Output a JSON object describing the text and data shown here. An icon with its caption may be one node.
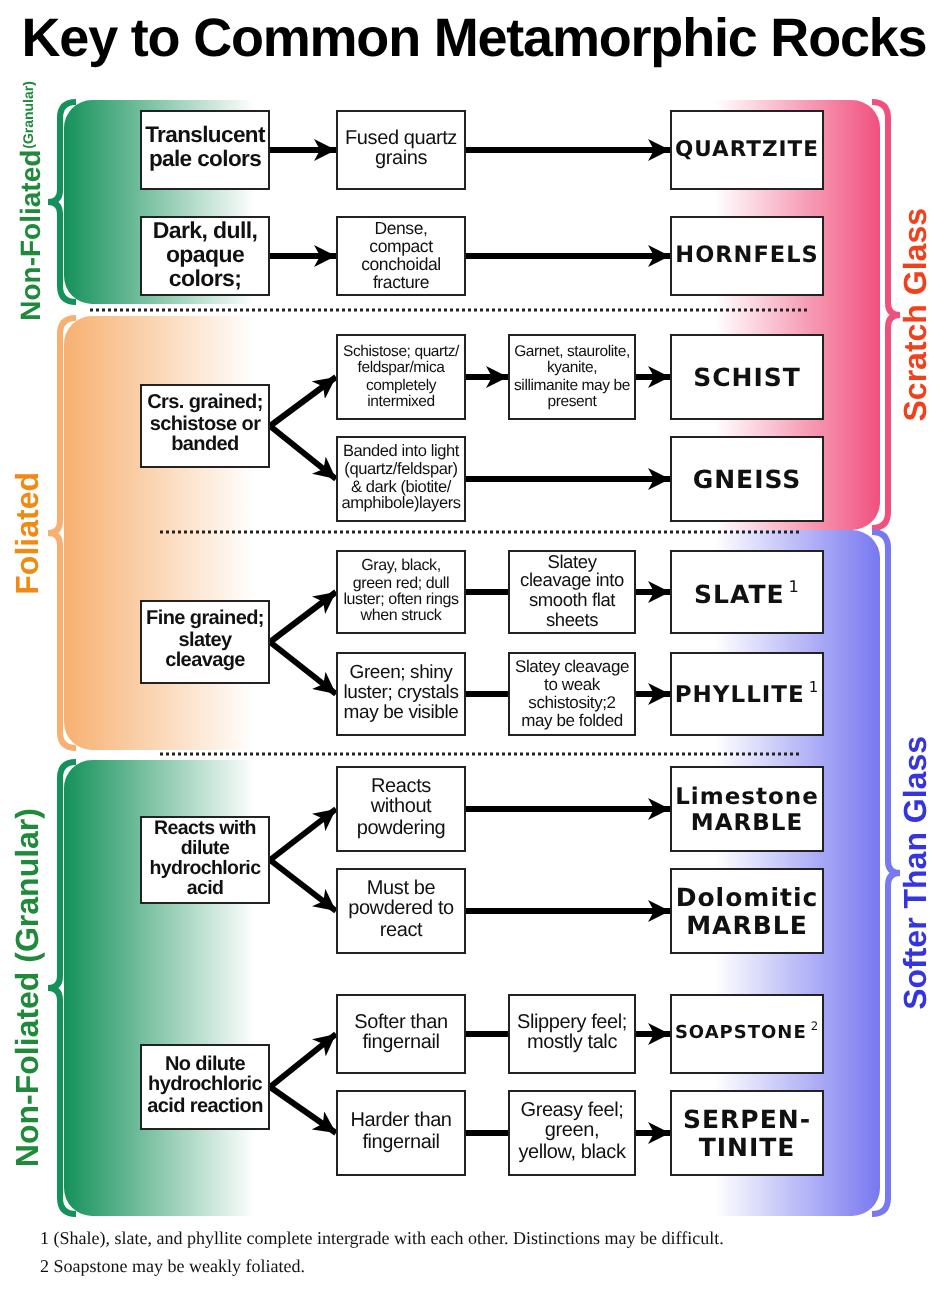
{
  "diagram": {
    "title": "Key to Common Metamorphic Rocks",
    "nodes": [
      {
        "text": [
          "Non-Foliated",
          "(Granular)"
        ]
      },
      {
        "text": [
          "Scratch Glass"
        ]
      },
      {
        "text": [
          "Translucent pale colors"
        ],
        "in": 0
      },
      {
        "text": [
          "Fused quartz grains"
        ],
        "in": 0
      },
      {
        "text": [
          "QUARTZITE"
        ],
        "in": 1
      },
      {
        "text": [
          "Dark, dull, opaque colors;"
        ],
        "in": 0
      },
      {
        "text": [
          "Dense, compact conchoidal fracture"
        ],
        "in": 0
      },
      {
        "text": [
          "HORNFELS"
        ],
        "in": 1
      },
      {
        "text": [
          "Foliated"
        ]
      },
      {
        "text": [
          "Crs. grained; schistose or banded"
        ],
        "in": 8
      },
      {
        "text": [
          "Schistose; quartz/ feldspar/mica completely intermixed"
        ],
        "in": 8
      },
      {
        "text": [
          "Garnet, staurolite, kyanite, sillimanite may be present"
        ],
        "in": 8
      },
      {
        "text": [
          "SCHIST"
        ],
        "in": 1
      },
      {
        "text": [
          "Banded into light (quartz/feldspar) & dark (biotite/ amphibole)layers"
        ],
        "in": 8
      },
      {
        "text": [
          "GNEISS"
        ],
        "in": 1
      },
      {
        "text": [
          "Softer Than Glass"
        ]
      },
      {
        "text": [
          "Fine grained; slatey cleavage"
        ],
        "in": 8
      },
      {
        "text": [
          "Gray, black, green red; dull luster; often rings when struck"
        ],
        "in": 8
      },
      {
        "text": [
          "Slatey cleavage into smooth flat sheets"
        ],
        "in": 8
      },
      {
        "text": [
          "SLATE$^{1}$"
        ],
        "in": 15
      },
      {
        "text": [
          "Green; shiny luster; crystals may be visible"
        ],
        "in": 8
      },
      {
        "text": [
          "Slatey cleavage to weak schistosity;2 may be folded"
        ],
        "in": 8
      },
      {
        "text": [
          "PHYLLITE$^{1}$"
        ],
        "in": 15
      },
      {
        "text": [
          "Non-Foliated (Granular)"
        ]
      },
      {
        "text": [
          "Reacts with dilute hydrochloric acid"
        ],
        "in": 23
      },
      {
        "text": [
          "Reacts without powdering"
        ],
        "in": 23
      },
      {
        "text": [
          "Limestone MARBLE"
        ],
        "in": 15
      },
      {
        "text": [
          "Must be powdered to react"
        ],
        "in": 23
      },
      {
        "text": [
          "Dolomitic MARBLE"
        ],
        "in": 15
      },
      {
        "text": [
          "No dilute hydrochloric acid reaction"
        ],
        "in": 23
      },
      {
        "text": [
          "Softer than fingernail"
        ],
        "in": 23
      },
      {
        "text": [
          "Slippery feel; mostly talc"
        ],
        "in": 23
      },
      {
        "text": [
          "SOAPSTONE$^{2}$"
        ],
        "in": 15
      },
      {
        "text": [
          "Harder than fingernail"
        ],
        "in": 23
      },
      {
        "text": [
          "Greasy feel; green, yellow, black"
        ],
        "in": 23
      },
      {
        "text": [
          "SERPEN- TINITE"
        ],
        "in": 15
      }
    ],
    "edges": [
      {
        "from": 2,
        "to": 3,
        "arrow": "to"
      },
      {
        "from": 3,
        "to": 4,
        "arrow": "to"
      },
      {
        "from": 5,
        "to": 6,
        "arrow": "to"
      },
      {
        "from": 6,
        "to": 7,
        "arrow": "to"
      },
      {
        "from": 9,
        "to": 10,
        "arrow": "to"
      },
      {
        "from": 9,
        "to": 13,
        "arrow": "to"
      },
      {
        "from": 10,
        "to": 11,
        "arrow": "to"
      },
      {
        "from": 11,
        "to": 12,
        "arrow": "to"
      },
      {
        "from": 13,
        "to": 14,
        "arrow": "to"
      },
      {
        "from": 16,
        "to": 17,
        "arrow": "to"
      },
      {
        "from": 16,
        "to": 20,
        "arrow": "to"
      },
      {
        "from": 17,
        "to": 18,
        "arrow": "none"
      },
      {
        "from": 18,
        "to": 19,
        "arrow": "to"
      },
      {
        "from": 20,
        "to": 21,
        "arrow": "none"
      },
      {
        "from": 21,
        "to": 22,
        "arrow": "to"
      },
      {
        "from": 24,
        "to": 25,
        "arrow": "to"
      },
      {
        "from": 24,
        "to": 27,
        "arrow": "to"
      },
      {
        "from": 25,
        "to": 26,
        "arrow": "to"
      },
      {
        "from": 27,
        "to": 28,
        "arrow": "to"
      },
      {
        "from": 29,
        "to": 30,
        "arrow": "to"
      },
      {
        "from": 29,
        "to": 33,
        "arrow": "to"
      },
      {
        "from": 30,
        "to": 31,
        "arrow": "none"
      },
      {
        "from": 31,
        "to": 32,
        "arrow": "to"
      },
      {
        "from": 33,
        "to": 34,
        "arrow": "none"
      },
      {
        "from": 34,
        "to": 35,
        "arrow": "to"
      }
    ],
    "labels": [
      "1 (Shale), slate, and phyllite complete intergrade with each other. Distinctions may be difficult.",
      "2 Soapstone may be weakly foliated."
    ]
  }
}
